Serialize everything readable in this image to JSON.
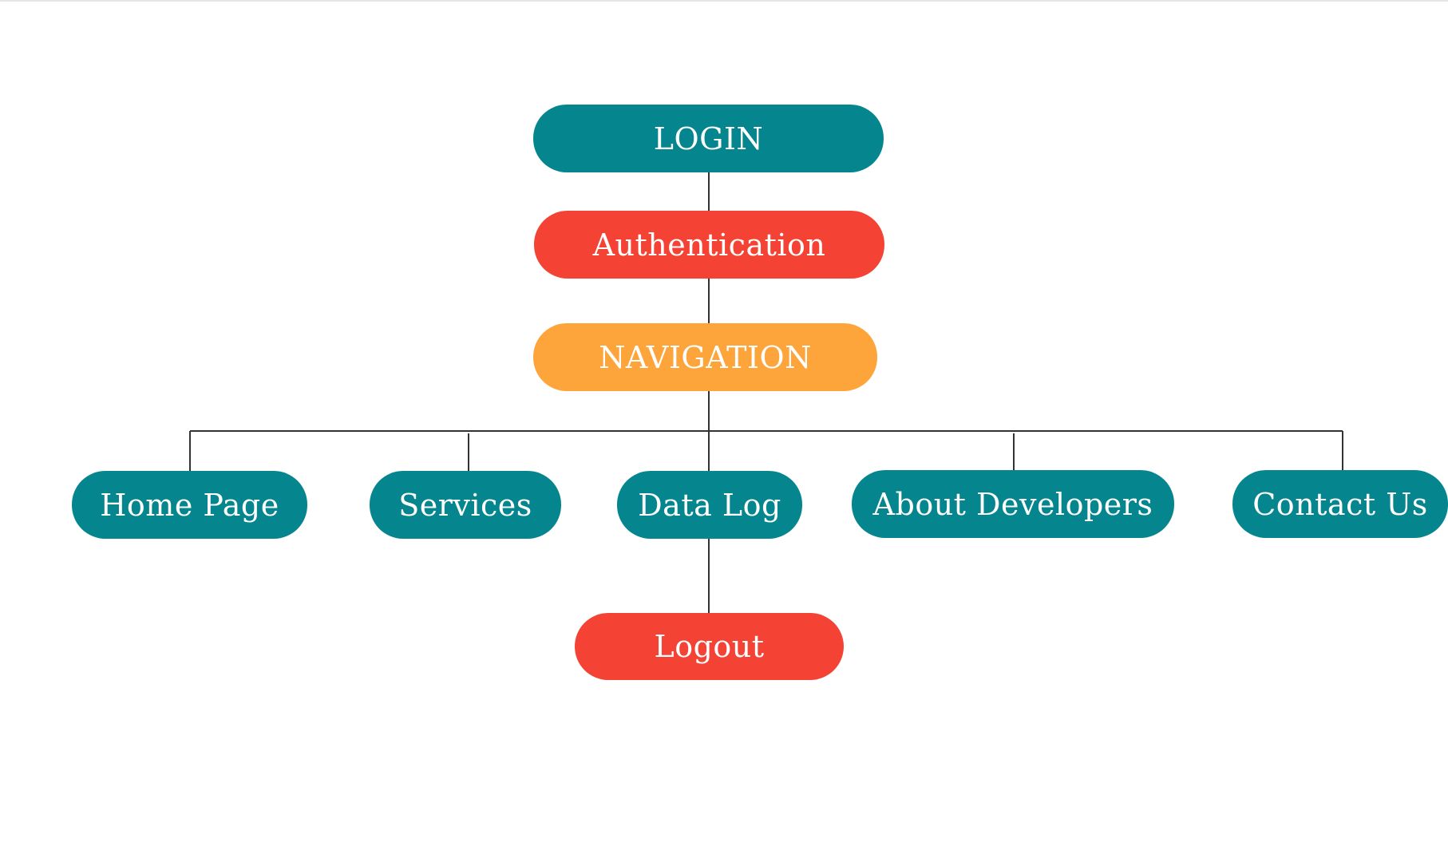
{
  "diagram": {
    "nodes": {
      "login": {
        "label": "LOGIN",
        "color": "#05868e"
      },
      "authentication": {
        "label": "Authentication",
        "color": "#f44234"
      },
      "navigation": {
        "label": "NAVIGATION",
        "color": "#fda53a"
      },
      "home_page": {
        "label": "Home Page",
        "color": "#05868e"
      },
      "services": {
        "label": "Services",
        "color": "#05868e"
      },
      "data_log": {
        "label": "Data Log",
        "color": "#05868e"
      },
      "about_developers": {
        "label": "About Developers",
        "color": "#05868e"
      },
      "contact_us": {
        "label": "Contact Us",
        "color": "#05868e"
      },
      "logout": {
        "label": "Logout",
        "color": "#f44234"
      }
    },
    "edges": [
      {
        "from": "LOGIN",
        "to": "Authentication"
      },
      {
        "from": "Authentication",
        "to": "NAVIGATION"
      },
      {
        "from": "NAVIGATION",
        "to": "Home Page"
      },
      {
        "from": "NAVIGATION",
        "to": "Services"
      },
      {
        "from": "NAVIGATION",
        "to": "Data Log"
      },
      {
        "from": "NAVIGATION",
        "to": "About Developers"
      },
      {
        "from": "NAVIGATION",
        "to": "Contact Us"
      },
      {
        "from": "Data Log",
        "to": "Logout"
      }
    ],
    "connector_color": "#333333"
  }
}
